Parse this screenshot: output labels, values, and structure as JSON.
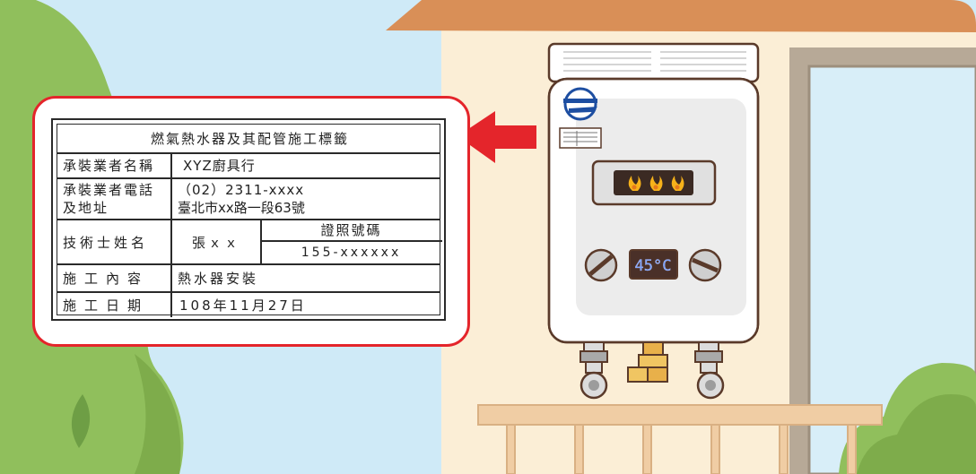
{
  "label": {
    "title": "燃氣熱水器及其配管施工標籤",
    "rows": [
      {
        "key": "承裝業者名稱",
        "value": "XYZ廚具行"
      },
      {
        "key_line1": "承裝業者電話",
        "key_line2": "及地址",
        "value_line1": "（02）2311-xxxx",
        "value_line2": "臺北市xx路一段63號"
      },
      {
        "key": "技術士姓名",
        "value": "張ｘｘ",
        "sub_header": "證照號碼",
        "sub_value": "155-xxxxxx"
      },
      {
        "key": "施工內容",
        "value": "熱水器安裝"
      },
      {
        "key": "施工日期",
        "value": "108年11月27日"
      }
    ]
  },
  "heater": {
    "display_temp": "45°C",
    "flame_count": 3
  },
  "colors": {
    "sky": "#cfeaf7",
    "wall": "#fbeed6",
    "roof": "#d98f57",
    "frame": "#b7a997",
    "window": "#d8eef8",
    "tree": "#90bf5c",
    "tree_dark": "#6e9e45",
    "accent_red": "#e4252b",
    "outline": "#5a3a2a"
  },
  "icons": [
    "arrow-left-icon",
    "flame-icon",
    "knob-icon",
    "certification-logo-icon"
  ]
}
